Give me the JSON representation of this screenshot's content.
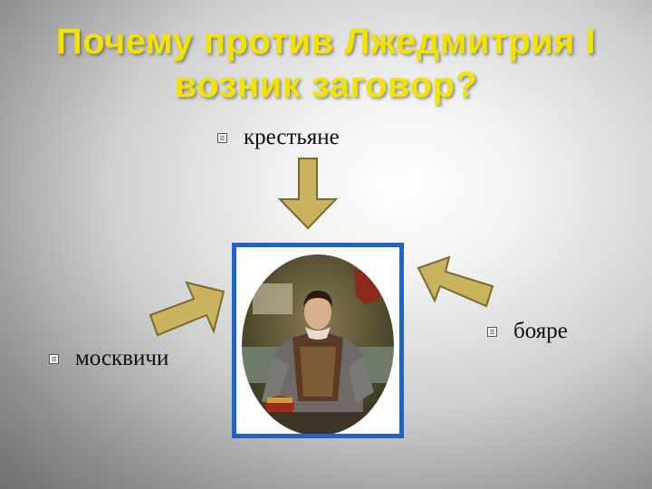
{
  "slide": {
    "title_line1": "Почему против Лжедмитрия I",
    "title_line2": "возник заговор?",
    "bullets": {
      "peasants": "крестьяне",
      "boyars": "бояре",
      "moscow": "москвичи"
    }
  },
  "colors": {
    "title": "#f3e300",
    "arrow_fill": "#c9b35f",
    "arrow_stroke": "#7a6a2e",
    "frame": "#1f63c7"
  }
}
